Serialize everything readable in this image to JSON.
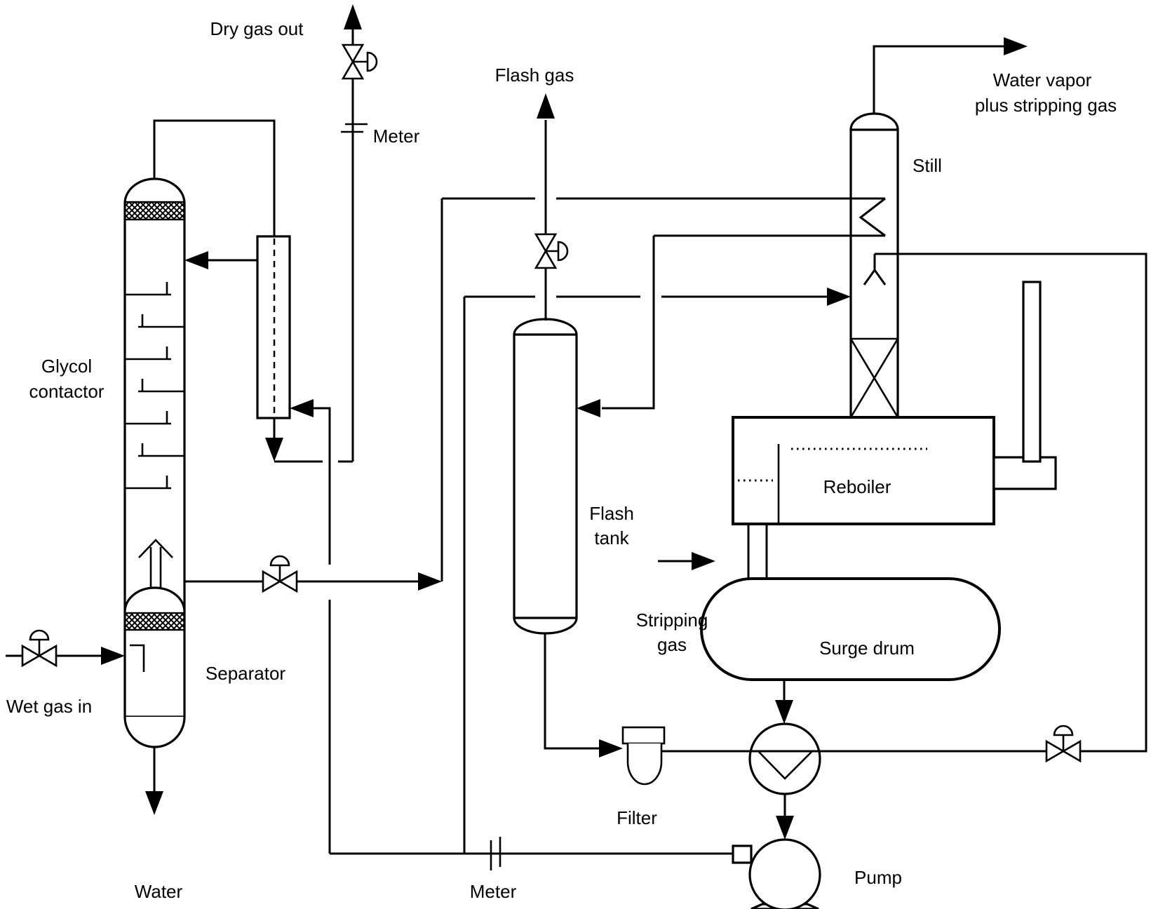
{
  "diagram": {
    "kind": "process-flow-diagram",
    "colors": {
      "line": "#000000",
      "background": "#ffffff"
    },
    "labels": {
      "dry_gas_out": "Dry gas out",
      "meter_top": "Meter",
      "flash_gas": "Flash gas",
      "still": "Still",
      "water_vapor_line1": "Water vapor",
      "water_vapor_line2": "plus stripping gas",
      "glycol_contactor_line1": "Glycol",
      "glycol_contactor_line2": "contactor",
      "separator": "Separator",
      "wet_gas_in": "Wet gas in",
      "water": "Water",
      "flash_tank_line1": "Flash",
      "flash_tank_line2": "tank",
      "reboiler": "Reboiler",
      "stripping_gas_line1": "Stripping",
      "stripping_gas_line2": "gas",
      "surge_drum": "Surge drum",
      "filter": "Filter",
      "pump": "Pump",
      "meter_bottom": "Meter"
    },
    "equipment": [
      "Glycol contactor",
      "Separator",
      "Flash tank",
      "Still",
      "Reboiler",
      "Surge drum",
      "Filter",
      "Pump"
    ],
    "streams": [
      "Wet gas in",
      "Dry gas out",
      "Water",
      "Flash gas",
      "Stripping gas",
      "Water vapor plus stripping gas"
    ],
    "instruments": {
      "meters": 2,
      "control_valves": 5
    }
  }
}
